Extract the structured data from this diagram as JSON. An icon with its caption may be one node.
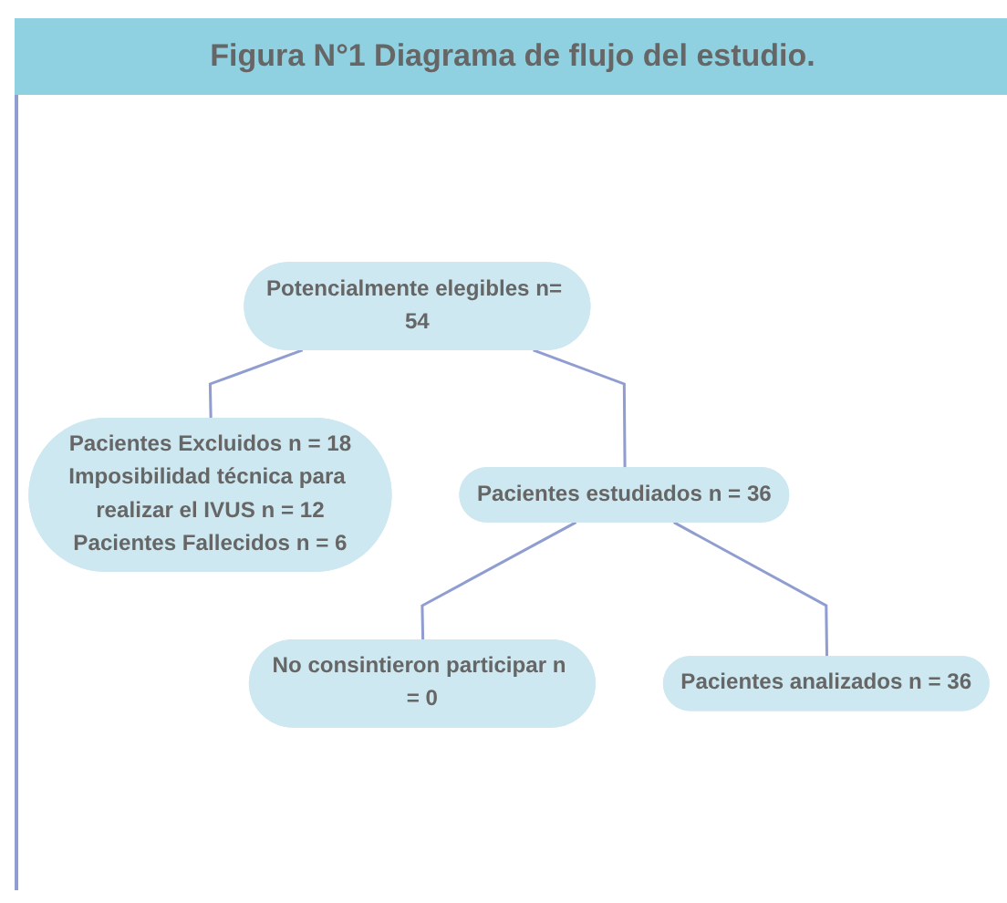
{
  "diagram": {
    "title": "Figura N°1 Diagrama de flujo del estudio.",
    "nodes": [
      {
        "text": [
          "Potencialmente elegibles n= 54"
        ]
      },
      {
        "text": [
          "Pacientes Excluidos n = 18",
          "Imposibilidad técnica para realizar el IVUS n = 12",
          "Pacientes Fallecidos n = 6"
        ]
      },
      {
        "text": [
          "Pacientes estudiados n = 36"
        ]
      },
      {
        "text": [
          "No consintieron participar n = 0"
        ]
      },
      {
        "text": [
          "Pacientes analizados n = 36"
        ]
      }
    ],
    "edges": [
      {
        "from": 0,
        "to": 1,
        "arrow": "none"
      },
      {
        "from": 0,
        "to": 2,
        "arrow": "none"
      },
      {
        "from": 2,
        "to": 3,
        "arrow": "none"
      },
      {
        "from": 2,
        "to": 4,
        "arrow": "none"
      }
    ]
  }
}
